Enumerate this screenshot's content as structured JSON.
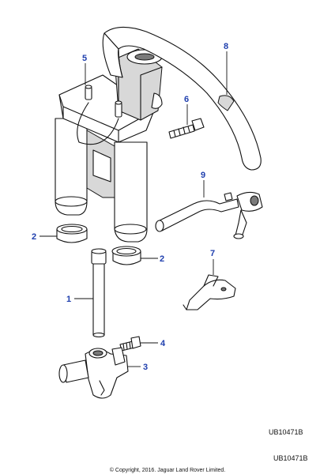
{
  "callouts": {
    "c1": "1",
    "c2a": "2",
    "c2b": "2",
    "c3": "3",
    "c4": "4",
    "c5": "5",
    "c6": "6",
    "c7": "7",
    "c8": "8",
    "c9": "9"
  },
  "reference_code_upper": "UB10471B",
  "reference_code_lower": "UB10471B",
  "copyright": "© Copyright, 2016. Jaguar Land Rover Limited."
}
